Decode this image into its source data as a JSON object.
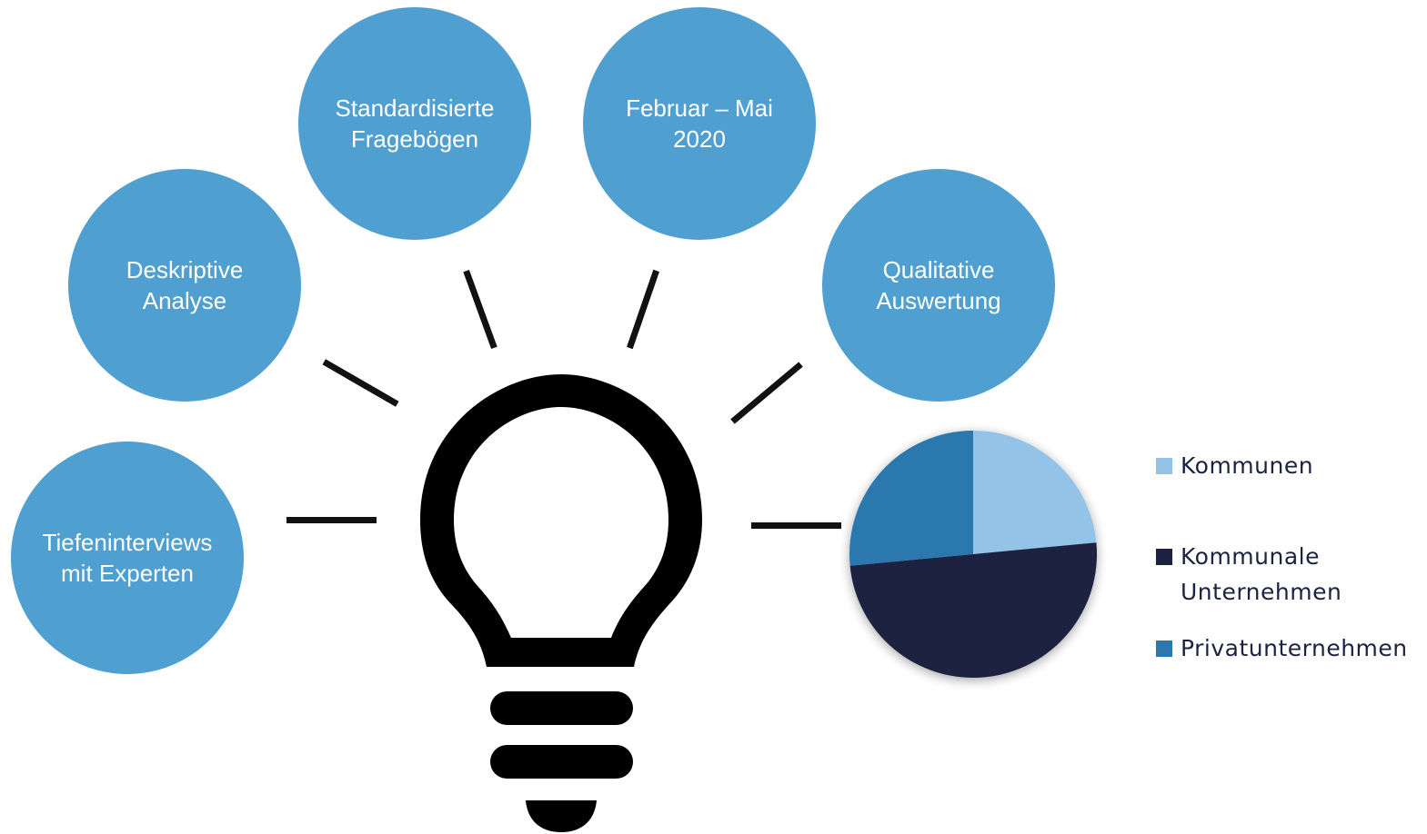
{
  "colors": {
    "bubble": "#4f9fd1",
    "ray": "#111111",
    "bulb": "#000000"
  },
  "bubbles": {
    "tiefeninterviews": "Tiefeninterviews\nmit Experten",
    "deskriptive": "Deskriptive\nAnalyse",
    "standardisierte": "Standardisierte\nFragebögen",
    "zeitraum": "Februar – Mai\n2020",
    "qualitative": "Qualitative\nAuswertung"
  },
  "chart_data": {
    "type": "pie",
    "start": "12 o'clock",
    "direction": "clockwise",
    "slices": [
      {
        "label": "Kommunen",
        "value": 23.5,
        "color": "#93c3e6"
      },
      {
        "label": "Kommunale\nUnternehmen",
        "value": 50.0,
        "color": "#1b2240"
      },
      {
        "label": "Privatunternehmen",
        "value": 26.5,
        "color": "#2c78ad"
      }
    ],
    "legend": "right"
  }
}
